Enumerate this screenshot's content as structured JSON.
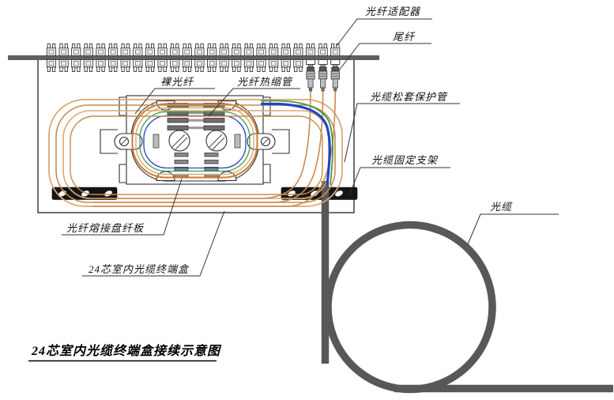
{
  "figure": {
    "title": "24芯室内光缆终端盒接续示意图"
  },
  "callouts": {
    "fiber_adapter": "光纤适配器",
    "pigtail": "尾纤",
    "loose_tube_protector": "光缆松套保护管",
    "cable_fixing_bracket": "光缆固定支架",
    "optical_cable": "光缆",
    "bare_fiber": "裸光纤",
    "heat_shrink_tube": "光纤热缩管",
    "splice_tray": "光纤熔接盘纤板",
    "termination_box": "24芯室内光缆终端盒"
  },
  "diagram": {
    "adapter_count": 24,
    "pigtail_count": 3,
    "top_sleeve_rows": 4,
    "bottom_holder_rows": 4,
    "colors": {
      "outline": "#2f2f2f",
      "cable_gray": "#585858",
      "bar_gray": "#606060",
      "fiber_tan": "#d8a878",
      "fiber_tan_dark": "#c98b4e",
      "fiber_orange": "#c87c2e",
      "fiber_green": "#3f9b4a",
      "fiber_blue": "#2544c4",
      "clamp_black": "#151515",
      "sleeve_gray": "#6e6e6e"
    }
  }
}
